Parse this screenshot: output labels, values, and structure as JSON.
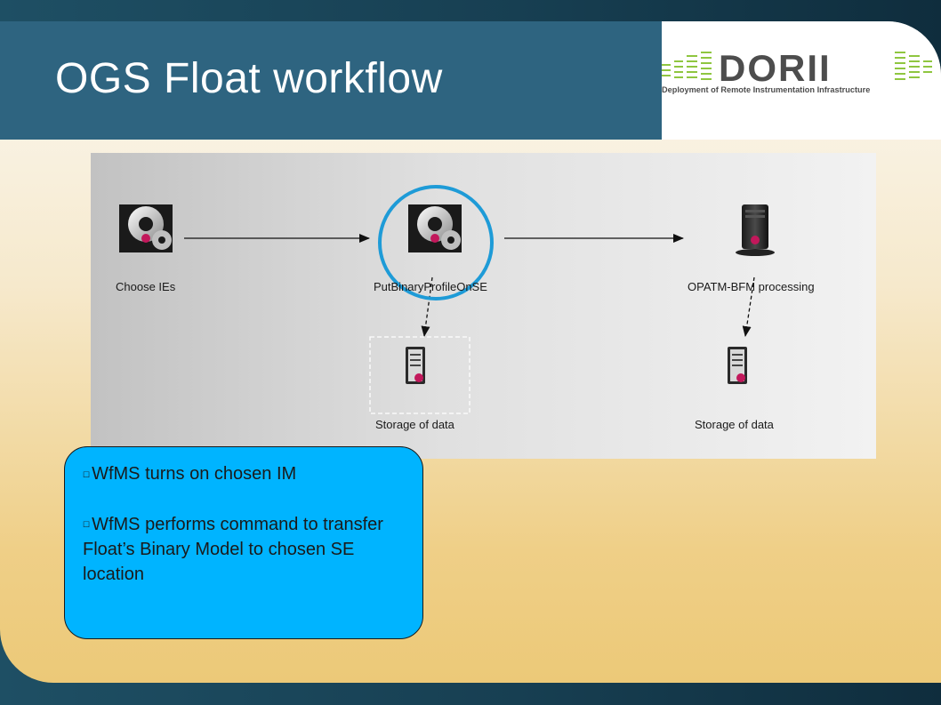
{
  "slide": {
    "title": "OGS Float workflow"
  },
  "logo": {
    "wordmark": "DORII",
    "tagline": "Deployment of Remote Instrumentation Infrastructure",
    "accent_color": "#8fc640"
  },
  "diagram": {
    "nodes": {
      "choose_ies": "Choose IEs",
      "put_binary": "PutBinaryProfileOnSE",
      "opatm": "OPATM-BFM processing",
      "storage_1": "Storage of data",
      "storage_2": "Storage of data"
    },
    "highlight_color": "#1e9bd7"
  },
  "callout": {
    "bullets": [
      "WfMS turns on chosen IM",
      "WfMS performs command to transfer Float’s Binary Model  to chosen SE location"
    ],
    "bullet_icon": "checkbox-icon",
    "background": "#00b4ff"
  }
}
